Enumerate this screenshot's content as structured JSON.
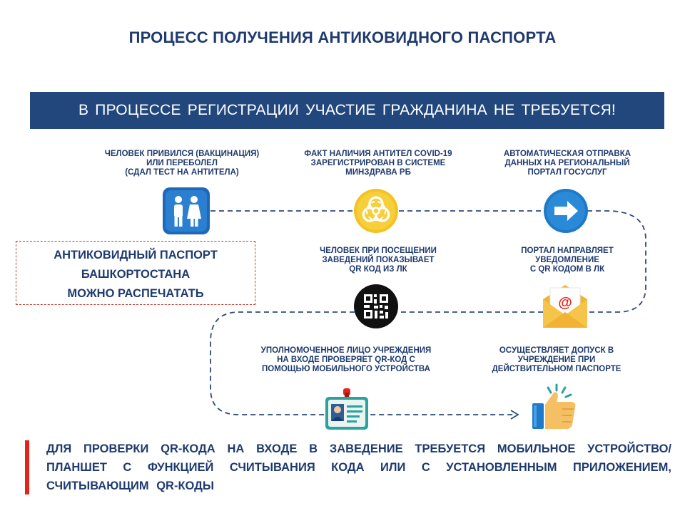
{
  "title": "ПРОЦЕСС ПОЛУЧЕНИЯ АНТИКОВИДНОГО ПАСПОРТА",
  "banner": "В ПРОЦЕССЕ РЕГИСТРАЦИИ УЧАСТИЕ ГРАЖДАНИНА НЕ ТРЕБУЕТСЯ!",
  "steps": [
    {
      "label": "ЧЕЛОВЕК ПРИВИЛСЯ (ВАКЦИНАЦИЯ)\nИЛИ ПЕРЕБОЛЕЛ\n(СДАЛ ТЕСТ НА АНТИТЕЛА)",
      "icon": "people-icon"
    },
    {
      "label": "ФАКТ НАЛИЧИЯ АНТИТЕЛ COVID-19\nЗАРЕГИСТРИРОВАН В СИСТЕМЕ\nМИНЗДРАВА РБ",
      "icon": "biohazard-icon"
    },
    {
      "label": "АВТОМАТИЧЕСКАЯ ОТПРАВКА\nДАННЫХ НА РЕГИОНАЛЬНЫЙ\nПОРТАЛ ГОСУСЛУГ",
      "icon": "arrow-right-icon"
    },
    {
      "label": "ПОРТАЛ НАПРАВЛЯЕТ\nУВЕДОМЛЕНИЕ\nС QR КОДОМ В ЛК",
      "icon": "email-envelope-icon"
    },
    {
      "label": "ЧЕЛОВЕК ПРИ ПОСЕЩЕНИИ\nЗАВЕДЕНИЙ ПОКАЗЫВАЕТ\nQR КОД ИЗ ЛК",
      "icon": "qr-code-icon"
    },
    {
      "label": "УПОЛНОМОЧЕННОЕ ЛИЦО УЧРЕЖДЕНИЯ\nНА ВХОДЕ ПРОВЕРЯЕТ QR-КОД С\nПОМОЩЬЮ МОБИЛЬНОГО УСТРОЙСТВА",
      "icon": "id-badge-icon"
    },
    {
      "label": "ОСУЩЕСТВЛЯЕТ ДОПУСК В\nУЧРЕЖДЕНИЕ ПРИ\nДЕЙСТВИТЕЛЬНОМ ПАСПОРТЕ",
      "icon": "thumbs-up-icon"
    }
  ],
  "passport_box": {
    "line1": "АНТИКОВИДНЫЙ ПАСПОРТ",
    "line2": "БАШКОРТОСТАНА",
    "line3": "МОЖНО РАСПЕЧАТАТЬ"
  },
  "note": "ДЛЯ ПРОВЕРКИ QR-КОДА НА ВХОДЕ В ЗАВЕДЕНИЕ ТРЕБУЕТСЯ МОБИЛЬНОЕ УСТРОЙСТВО/ПЛАНШЕТ С ФУНКЦИЕЙ СЧИТЫВАНИЯ КОДА ИЛИ С УСТАНОВЛЕННЫМ ПРИЛОЖЕНИЕМ, СЧИТЫВАЮЩИМ QR-КОДЫ",
  "colors": {
    "navy": "#22477c",
    "title": "#1e3a6e",
    "accent_red": "#e3241b",
    "blue_icon": "#1f79c8",
    "yellow_icon": "#f2c22a",
    "dashed_line": "#2a4b7c"
  }
}
